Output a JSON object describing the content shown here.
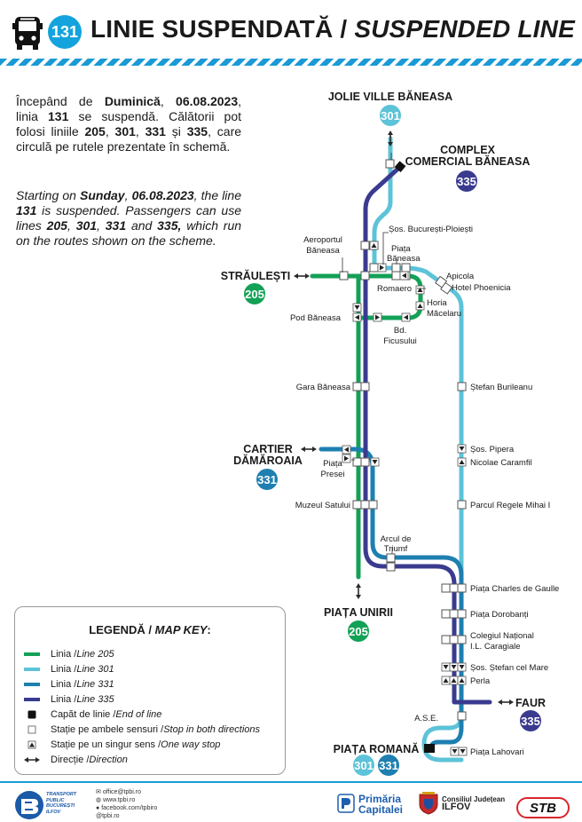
{
  "header": {
    "line_number": "131",
    "title_ro": "LINIE SUSPENDATĂ",
    "title_sep": " / ",
    "title_en": "SUSPENDED LINE"
  },
  "intro_ro": {
    "t1": "Începând de ",
    "b1": "Duminică",
    "t2": ", ",
    "b2": "06.08.2023",
    "t3": ", linia ",
    "b3": "131",
    "t4": " se suspendă. Călătorii pot folosi liniile ",
    "b4": "205",
    "t5": ", ",
    "b5": "301",
    "t6": ", ",
    "b6": "331",
    "t7": " și ",
    "b7": "335",
    "t8": ", care circulă pe rutele prezentate în schemă."
  },
  "intro_en": {
    "t1": "Starting on ",
    "b1": "Sunday",
    "t2": ", ",
    "b2": "06.08.2023",
    "t3": ", the line ",
    "b3": "131",
    "t4": " is suspended. Passengers can use lines ",
    "b4": "205",
    "t5": ", ",
    "b5": "301",
    "t6": ", ",
    "b6": "331",
    "t7": " and ",
    "b7": "335,",
    "t8": " which run on the routes shown on the scheme."
  },
  "colors": {
    "line_205": "#13a157",
    "line_301": "#5cc3d8",
    "line_331": "#1e7fb0",
    "line_335": "#3a3b8f",
    "accent": "#1a9ad6"
  },
  "termini": {
    "jolie_ville": "JOLIE VILLE BĂNEASA",
    "complex_1": "COMPLEX",
    "complex_2": "COMERCIAL BĂNEASA",
    "straulesti": "STRĂULEȘTI",
    "damaroaia_1": "CARTIER",
    "damaroaia_2": "DĂMĂROAIA",
    "piata_unirii": "PIAȚA UNIRII",
    "faur": "FAUR",
    "piata_romana": "PIAȚA ROMANĂ"
  },
  "badges": {
    "b301_top": "301",
    "b335_top": "335",
    "b205_left": "205",
    "b331_left": "331",
    "b205_bottom": "205",
    "b335_faur": "335",
    "b301_romana": "301",
    "b331_romana": "331"
  },
  "stops": {
    "sos_bucuresti_ploiesti": "Șos. București-Ploiești",
    "aeroportul_1": "Aeroportul",
    "aeroportul_2": "Băneasa",
    "piata_baneasa_1": "Piața",
    "piata_baneasa_2": "Băneasa",
    "apicola": "Apicola",
    "hotel_phoenicia": "Hotel Phoenicia",
    "romaero": "Romaero",
    "horia_1": "Horia",
    "horia_2": "Măcelaru",
    "pod_baneasa": "Pod Băneasa",
    "ficusului_1": "Bd.",
    "ficusului_2": "Ficusului",
    "gara_baneasa": "Gara Băneasa",
    "stefan_burileanu": "Ștefan Burileanu",
    "sos_pipera": "Șos. Pipera",
    "nicolae_caramfil": "Nicolae Caramfil",
    "piata_presei_1": "Piața",
    "piata_presei_2": "Presei",
    "muzeul_satului": "Muzeul Satului",
    "parcul_regele": "Parcul Regele Mihai I",
    "arcul_1": "Arcul de",
    "arcul_2": "Triumf",
    "charles_de_gaulle": "Piața Charles de Gaulle",
    "dorobanti": "Piața Dorobanți",
    "caragiale_1": "Colegiul Național",
    "caragiale_2": "I.L. Caragiale",
    "stefan_cel_mare": "Șos. Ștefan cel Mare",
    "perla": "Perla",
    "ase": "A.S.E.",
    "lahovari": "Piața Lahovari"
  },
  "legend": {
    "title_ro": "LEGENDĂ / ",
    "title_en": "MAP KEY",
    "title_colon": ":",
    "items": [
      {
        "ro": "Linia / ",
        "en": "Line 205"
      },
      {
        "ro": "Linia / ",
        "en": "Line 301"
      },
      {
        "ro": "Linia / ",
        "en": "Line 331"
      },
      {
        "ro": "Linia / ",
        "en": "Line 335"
      },
      {
        "ro": "Capăt de linie / ",
        "en": "End of line"
      },
      {
        "ro": "Stație pe ambele sensuri / ",
        "en": "Stop in both directions"
      },
      {
        "ro": "Stație pe un singur sens / ",
        "en": "One way stop"
      },
      {
        "ro": "Direcție / ",
        "en": "Direction"
      }
    ]
  },
  "footer": {
    "tpbi_1": "TRANSPORT",
    "tpbi_2": "PUBLIC",
    "tpbi_3": "BUCUREȘTI",
    "tpbi_4": "ILFOV",
    "email": "office@tpbi.ro",
    "web": "www.tpbi.ro",
    "facebook": "facebook.com/tpbiro",
    "handle": "@tpbi.ro",
    "pmb_1": "Primăria",
    "pmb_2": "Capitalei",
    "cj_1": "Consiliul Județean",
    "cj_2": "ILFOV",
    "stb": "STB"
  }
}
